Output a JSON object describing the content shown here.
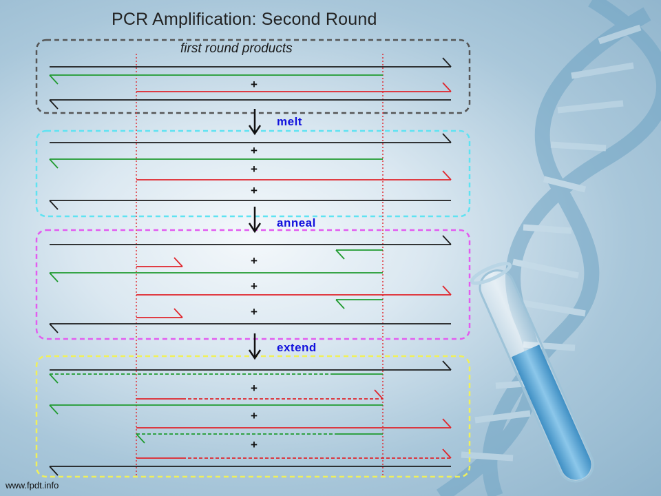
{
  "slide": {
    "title": "PCR Amplification: Second Round",
    "footer": "www.fpdt.info"
  },
  "diagram": {
    "section_label": "first round products",
    "steps": {
      "melt": "melt",
      "anneal": "anneal",
      "extend": "extend"
    },
    "plus": "+"
  },
  "colors": {
    "template_strand": "#1a1a1a",
    "forward_strand": "#1e9a2e",
    "reverse_strand": "#e0232a",
    "first_round_box": "#555555",
    "melt_box": "#5fe3f2",
    "anneal_box": "#e35cf0",
    "extend_box": "#f0f05a",
    "guide_line": "#e0232a",
    "step_text": "#1111dd"
  },
  "icons": [
    "dna-helix-icon",
    "test-tube-icon",
    "down-arrow-icon"
  ]
}
